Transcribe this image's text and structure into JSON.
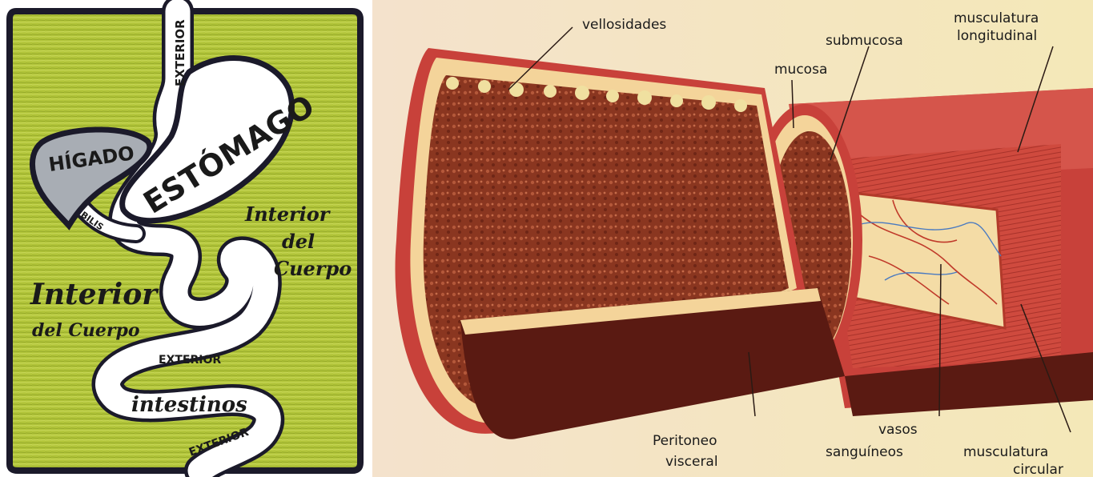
{
  "left_diagram": {
    "labels": {
      "exterior_top": "EXTERIOR",
      "estomago": "ESTÓMAGO",
      "higado": "HÍGADO",
      "bilis": "BILIS",
      "interior_right_1": "Interior",
      "interior_right_2": "del",
      "interior_right_3": "Cuerpo",
      "interior_left_1": "Interior",
      "interior_left_2": "del Cuerpo",
      "exterior_mid": "EXTERIOR",
      "intestinos": "intestinos",
      "exterior_bottom": "EXTERIOR"
    },
    "colors": {
      "body_fill": "#b4c93a",
      "outline": "#1b1a2a",
      "tube": "#ffffff",
      "liver": "#a8adb4"
    }
  },
  "right_diagram": {
    "labels": {
      "vellosidades": "vellosidades",
      "submucosa": "submucosa",
      "mucosa": "mucosa",
      "musculatura_longitudinal_1": "musculatura",
      "musculatura_longitudinal_2": "longitudinal",
      "peritoneo_1": "Peritoneo",
      "peritoneo_2": "visceral",
      "vasos_1": "vasos",
      "vasos_2": "sanguíneos",
      "musculatura_circular_1": "musculatura",
      "musculatura_circular_2": "circular"
    },
    "colors": {
      "background": "#f2dcc4",
      "lumen": "#8e3a22",
      "muscle": "#c8413a",
      "serosa": "#5a1a12",
      "submucosa": "#f4d49a"
    }
  }
}
